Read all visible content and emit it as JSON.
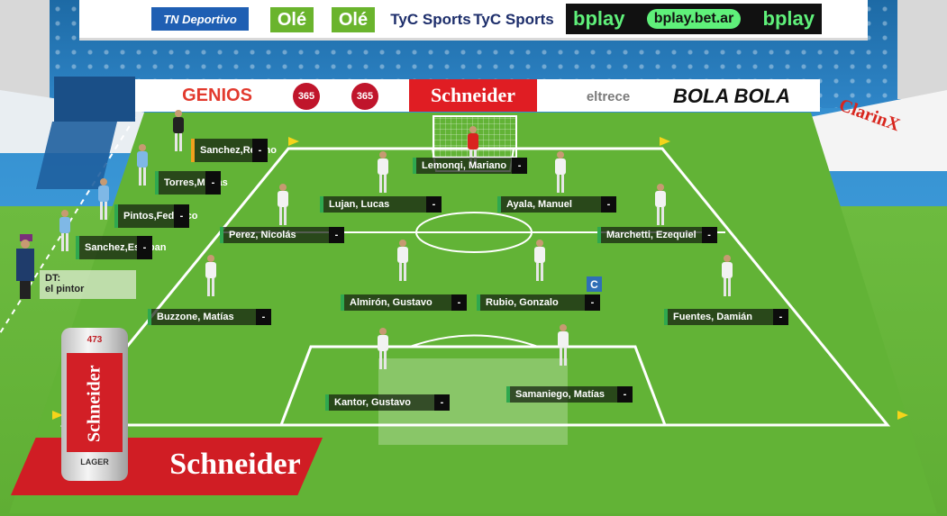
{
  "sponsors": {
    "top": {
      "tn": "TN Deportivo",
      "ole1": "Olé",
      "ole2": "Olé",
      "tyc1": "TyC Sports",
      "tyc2": "TyC Sports",
      "bplay_left": "bplay",
      "bplay_pill": "bplay.bet.ar",
      "bplay_right": "bplay"
    },
    "board": {
      "genios": "GENIOS",
      "b365a": "365",
      "b365b": "365",
      "schneider": "Schneider",
      "eltrece": "eltrece",
      "bolabola": "BOLA BOLA",
      "clarin": "ClarinX"
    }
  },
  "starters": [
    {
      "name": "Lemonqi, Mariano",
      "value": "-"
    },
    {
      "name": "Lujan, Lucas",
      "value": "-"
    },
    {
      "name": "Ayala, Manuel",
      "value": "-"
    },
    {
      "name": "Perez, Nicolás",
      "value": "-"
    },
    {
      "name": "Marchetti, Ezequiel",
      "value": "-"
    },
    {
      "name": "Almirón, Gustavo",
      "value": "-"
    },
    {
      "name": "Rubio, Gonzalo",
      "value": "-"
    },
    {
      "name": "Buzzone, Matías",
      "value": "-"
    },
    {
      "name": "Fuentes, Damián",
      "value": "-"
    },
    {
      "name": "Kantor, Gustavo",
      "value": "-"
    },
    {
      "name": "Samaniego, Matías",
      "value": "-"
    }
  ],
  "bench": [
    {
      "line1": "Sanchez,",
      "line2": "Regino",
      "value": "-"
    },
    {
      "line1": "Torres,",
      "line2": "Matías",
      "value": "-"
    },
    {
      "line1": "Pintos,",
      "line2": "Federico",
      "value": "-"
    },
    {
      "line1": "Sanchez,",
      "line2": "Esteban",
      "value": "-"
    }
  ],
  "captain_badge": "C",
  "coach": {
    "label": "DT:",
    "name": "el pintor"
  },
  "promo": {
    "volume": "473",
    "can_brand": "Schneider",
    "can_type": "LAGER",
    "banner_text": "Schneider"
  },
  "colors": {
    "pitch": "#5fae34",
    "tag_bar": "#2fa84f",
    "tag_bar_highlight": "#f0a11d",
    "captain": "#2f6fb6",
    "schneider_red": "#d01d24"
  }
}
